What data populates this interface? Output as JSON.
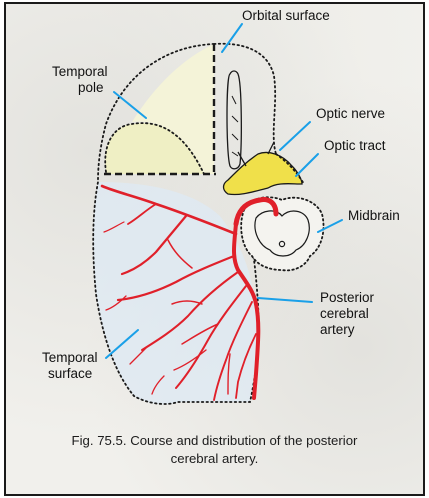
{
  "labels": {
    "orbital_surface": "Orbital surface",
    "temporal_pole_line1": "Temporal",
    "temporal_pole_line2": "pole",
    "optic_nerve": "Optic nerve",
    "optic_tract": "Optic tract",
    "midbrain": "Midbrain",
    "pca_line1": "Posterior",
    "pca_line2": "cerebral",
    "pca_line3": "artery",
    "temporal_surface_line1": "Temporal",
    "temporal_surface_line2": "surface"
  },
  "caption": {
    "line1": "Fig. 75.5. Course and distribution of the posterior",
    "line2": "cerebral artery."
  },
  "colors": {
    "artery": "#e0202a",
    "leader": "#1aa0e8",
    "outline": "#1a1a1a",
    "temporal_pole_fill": "#efefc4",
    "optic_chiasm_fill": "#f0e04a",
    "temporal_surface_fill": "#dde9f4"
  }
}
